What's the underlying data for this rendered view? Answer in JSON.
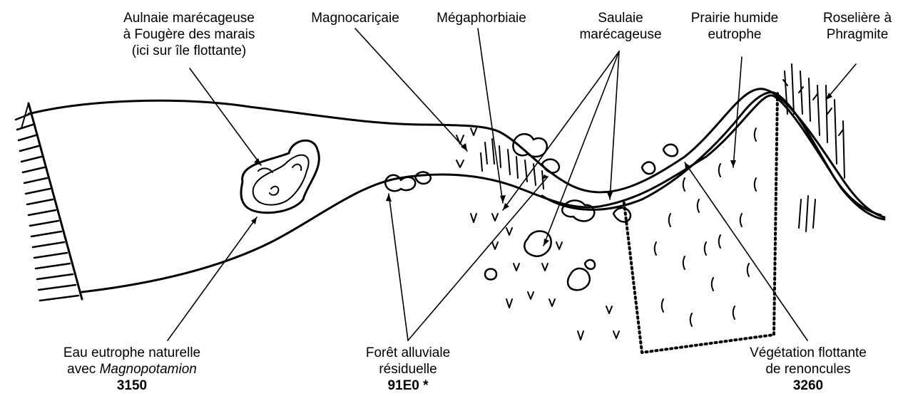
{
  "labels": {
    "aulnaie": {
      "lines": [
        "Aulnaie marécageuse",
        "à Fougère des marais",
        "(ici sur île flottante)"
      ]
    },
    "magnocaricaie": {
      "text": "Magnocariçaie"
    },
    "megaphorbiaie": {
      "text": "Mégaphorbiaie"
    },
    "saulaie": {
      "lines": [
        "Saulaie",
        "marécageuse"
      ]
    },
    "prairie": {
      "lines": [
        "Prairie humide",
        "eutrophe"
      ]
    },
    "roseliere": {
      "lines": [
        "Roselière à",
        "Phragmite"
      ]
    },
    "eau": {
      "line1": "Eau eutrophe naturelle",
      "line2_prefix": "avec ",
      "line2_italic": "Magnopotamion",
      "code": "3150"
    },
    "foret": {
      "lines": [
        "Forêt alluviale",
        "résiduelle"
      ],
      "code": "91E0 *"
    },
    "vegetation": {
      "lines": [
        "Végétation flottante",
        "de renoncules"
      ],
      "code": "3260"
    }
  }
}
